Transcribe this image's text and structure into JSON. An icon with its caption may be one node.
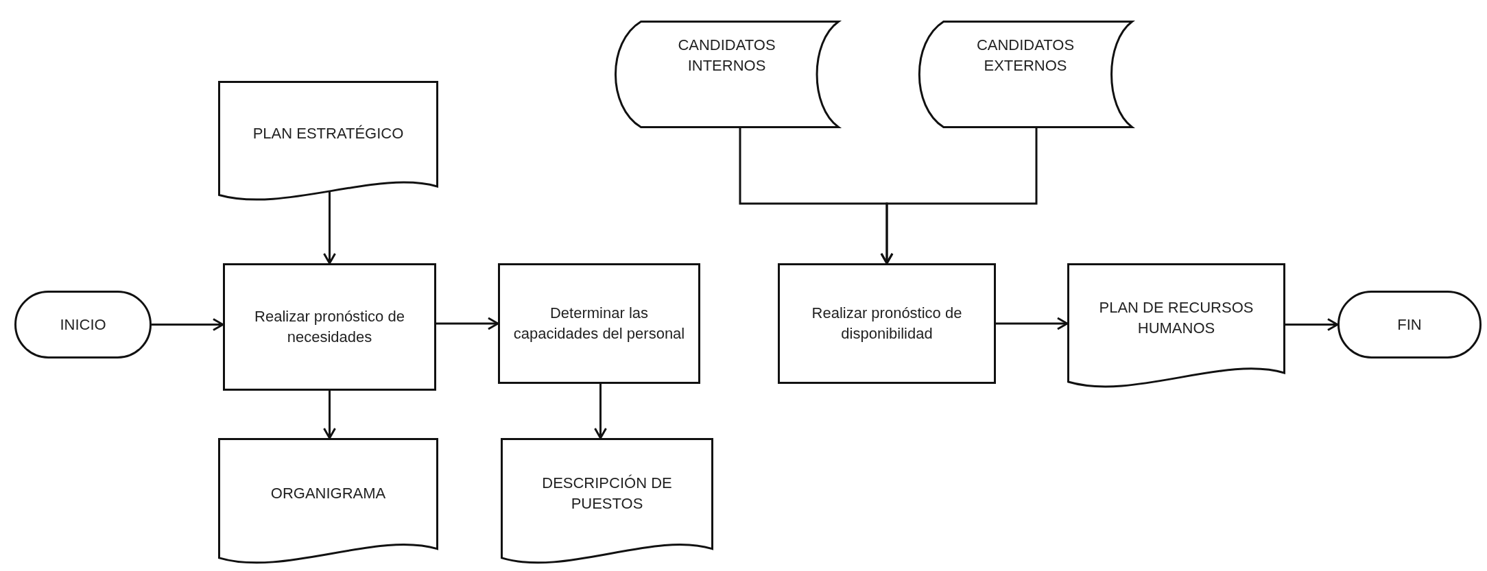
{
  "diagram": {
    "nodes": [
      {
        "text": [
          "INICIO"
        ]
      },
      {
        "text": [
          "PLAN ESTRATÉGICO"
        ]
      },
      {
        "text": [
          "Realizar pronóstico de necesidades"
        ]
      },
      {
        "text": [
          "ORGANIGRAMA"
        ]
      },
      {
        "text": [
          "Determinar las capacidades del personal"
        ]
      },
      {
        "text": [
          "DESCRIPCIÓN DE PUESTOS"
        ]
      },
      {
        "text": [
          "CANDIDATOS INTERNOS"
        ]
      },
      {
        "text": [
          "CANDIDATOS EXTERNOS"
        ]
      },
      {
        "text": [
          "Realizar pronóstico de disponibilidad"
        ]
      },
      {
        "text": [
          "PLAN DE RECURSOS HUMANOS"
        ]
      },
      {
        "text": [
          "FIN"
        ]
      }
    ],
    "edges": [
      {
        "from": 0,
        "to": 2,
        "arrow": "to"
      },
      {
        "from": 1,
        "to": 2,
        "arrow": "to"
      },
      {
        "from": 2,
        "to": 3,
        "arrow": "to"
      },
      {
        "from": 2,
        "to": 4,
        "arrow": "to"
      },
      {
        "from": 4,
        "to": 5,
        "arrow": "to"
      },
      {
        "from": 6,
        "to": 8,
        "arrow": "to"
      },
      {
        "from": 7,
        "to": 8,
        "arrow": "to"
      },
      {
        "from": 8,
        "to": 9,
        "arrow": "to"
      },
      {
        "from": 9,
        "to": 10,
        "arrow": "to"
      }
    ]
  }
}
